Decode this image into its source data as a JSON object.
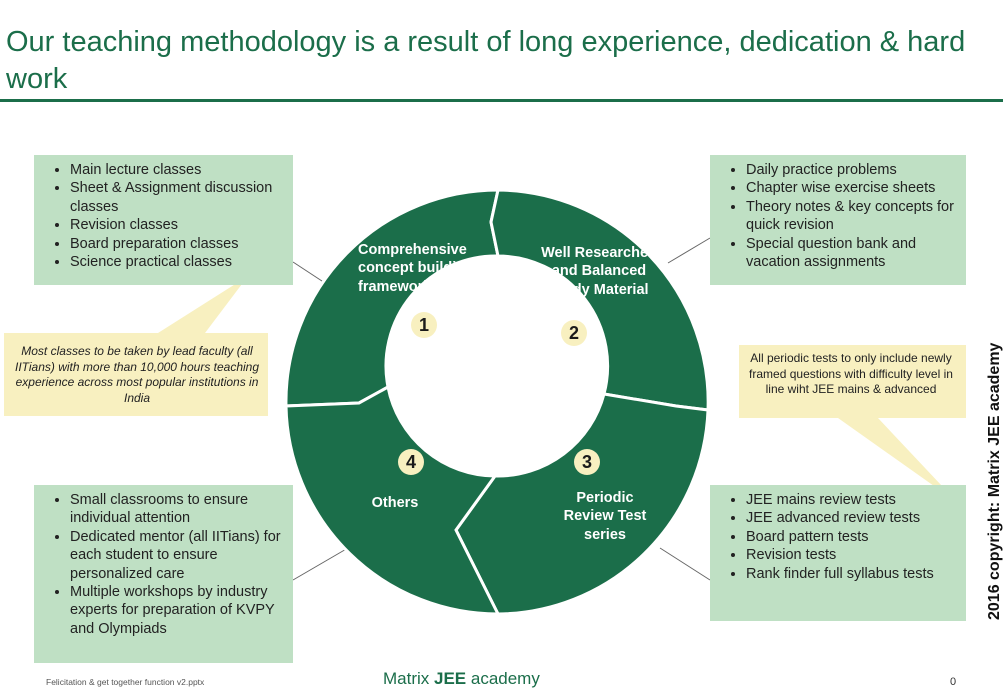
{
  "title": "Our teaching methodology is a result of long experience, dedication & hard work",
  "segments": [
    {
      "number": "1",
      "label": "Comprehensive concept building framework"
    },
    {
      "number": "2",
      "label": "Well Researched and Balanced Study Material"
    },
    {
      "number": "3",
      "label": "Periodic Review Test series"
    },
    {
      "number": "4",
      "label": "Others"
    }
  ],
  "boxes": {
    "top_left": [
      "Main lecture classes",
      "Sheet & Assignment discussion classes",
      "Revision classes",
      "Board preparation classes",
      "Science practical classes"
    ],
    "top_right": [
      "Daily practice problems",
      "Chapter wise exercise sheets",
      "Theory notes & key concepts for quick revision",
      "Special question bank and vacation assignments"
    ],
    "bottom_left": [
      "Small classrooms to ensure individual attention",
      "Dedicated mentor (all IITians) for each student to ensure personalized care",
      "Multiple workshops by industry experts for preparation of KVPY and Olympiads"
    ],
    "bottom_right": [
      "JEE mains review tests",
      "JEE advanced review tests",
      "Board pattern tests",
      "Revision tests",
      "Rank finder full syllabus tests"
    ]
  },
  "callouts": {
    "left": "Most classes to be taken by lead faculty (all IITians) with more than 10,000 hours teaching experience across most popular institutions in India",
    "right": "All periodic tests to only include newly framed questions with difficulty level in line wiht JEE mains & advanced"
  },
  "copyright": "2016 copyright: Matrix JEE academy",
  "footer": {
    "file": "Felicitation & get together function v2.pptx",
    "brand_prefix": "Matrix ",
    "brand_bold": "JEE",
    "brand_suffix": " academy",
    "page": "0"
  },
  "colors": {
    "green": "#1b6e4a",
    "box_green": "#bfe0c4",
    "callout_yellow": "#f8f0c0",
    "number_badge": "#f8f0c0"
  }
}
